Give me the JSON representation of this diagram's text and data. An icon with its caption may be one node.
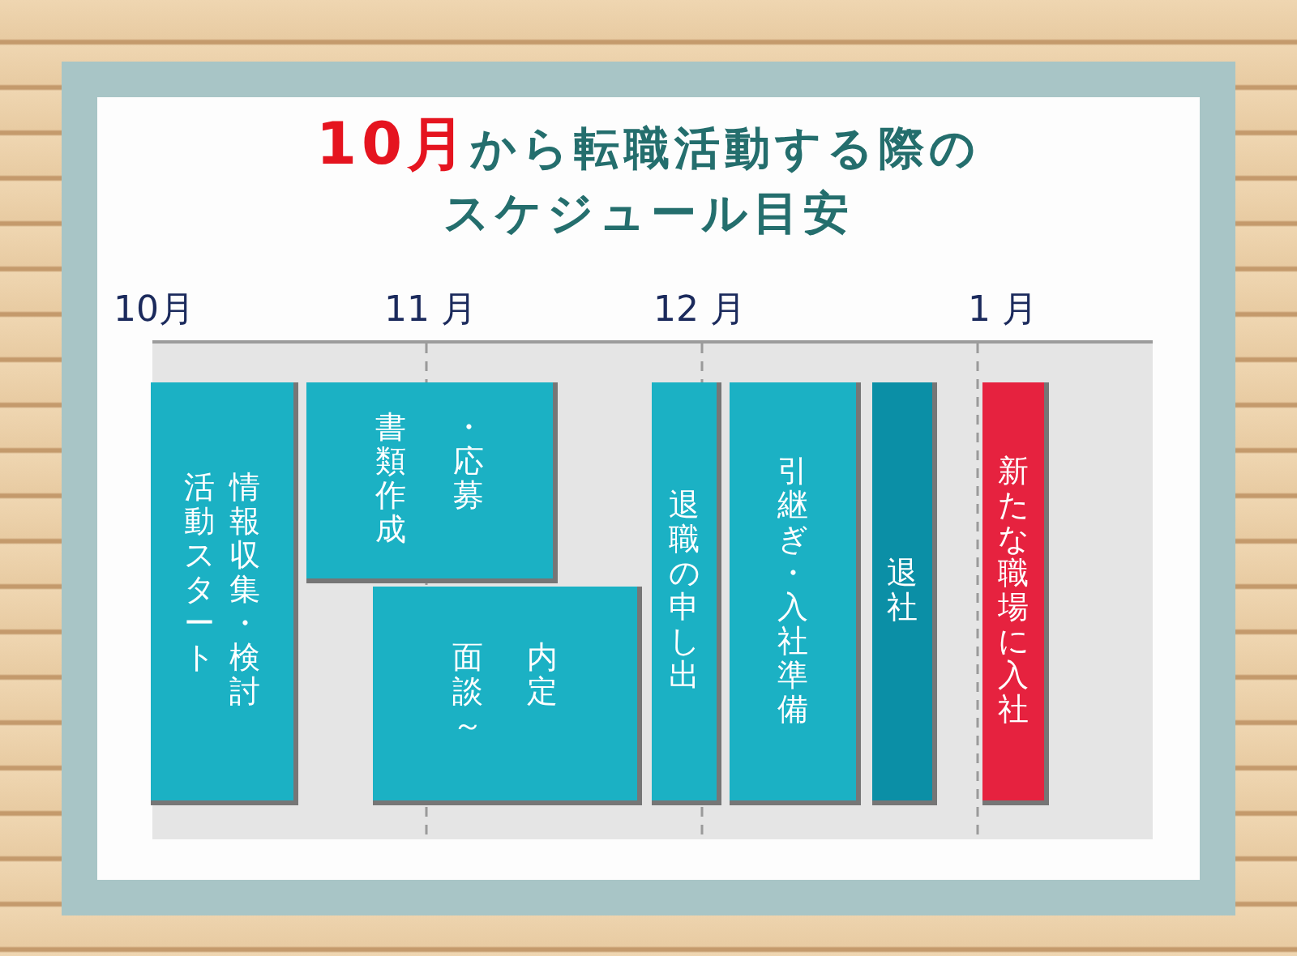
{
  "diagram": {
    "title": "**10月**から転職活動する際のスケジュール目安",
    "nodes": [
      {
        "text": [
          "情報収集・検討活動スタート"
        ]
      },
      {
        "text": [
          "書類作成・応募"
        ]
      },
      {
        "text": [
          "面談～内定"
        ]
      },
      {
        "text": [
          "退職の申し出"
        ]
      },
      {
        "text": [
          "引継ぎ・入社準備"
        ]
      },
      {
        "text": [
          "退社"
        ]
      },
      {
        "text": [
          "新たな職場に入社"
        ]
      }
    ],
    "labels": [
      "10月",
      "11 月",
      "12 月",
      "1 月"
    ]
  }
}
